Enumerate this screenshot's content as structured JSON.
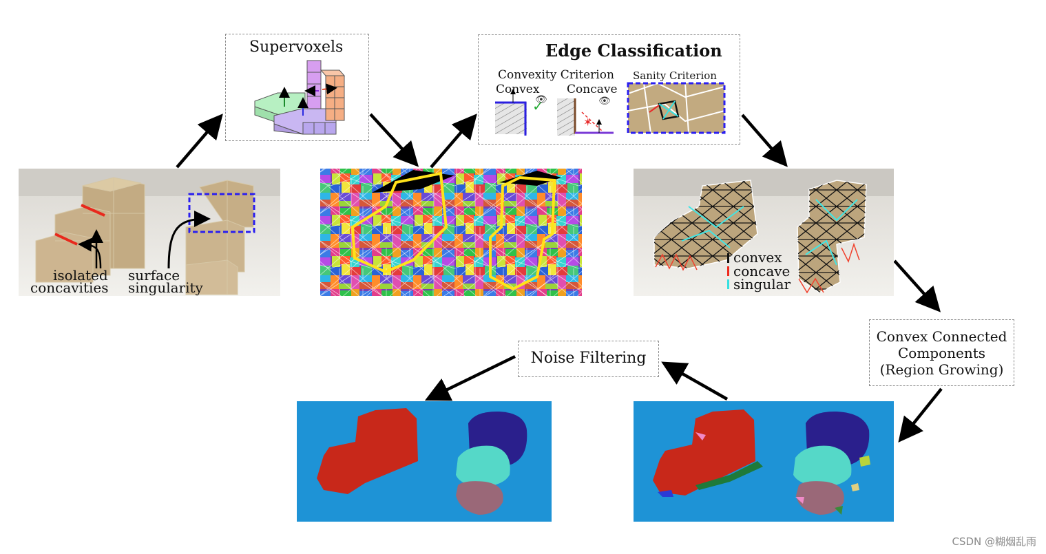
{
  "boxes": {
    "supervoxels_title": "Supervoxels",
    "edge_title": "Edge Classification",
    "convexity_criterion": "Convexity Criterion",
    "convex": "Convex",
    "concave": "Concave",
    "sanity_criterion": "Sanity Criterion",
    "noise_filtering": "Noise Filtering",
    "cc_line1": "Convex Connected",
    "cc_line2": "Components",
    "cc_line3": "(Region Growing)"
  },
  "photo_left": {
    "isolated_line1": "isolated",
    "isolated_line2": "concavities",
    "surface_line1": "surface",
    "surface_line2": "singularity"
  },
  "legend": {
    "convex": "convex",
    "concave": "concave",
    "singular": "singular"
  },
  "colors": {
    "blue_bg": "#1e93d6",
    "red_segment": "#c8281a",
    "navy_segment": "#2a1f8c",
    "cyan_segment": "#55d8c8",
    "mauve_segment": "#9a6878",
    "cube": "#bda47c",
    "yellow_outline": "#ffe21a",
    "dashed_blue": "#2a1ef0"
  },
  "watermark": "CSDN @糊烟乱雨"
}
